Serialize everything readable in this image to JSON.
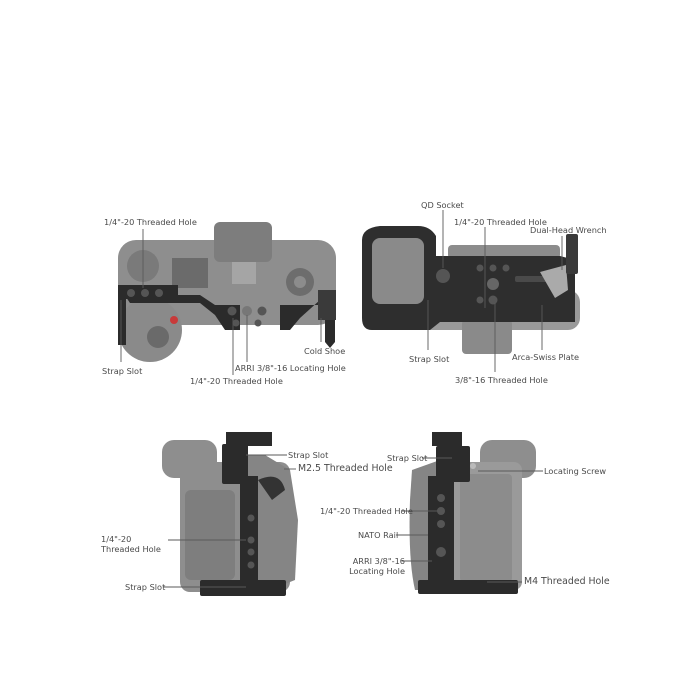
{
  "diagram": {
    "type": "product-callout-diagram",
    "panels": [
      {
        "id": "top-view",
        "view": "top",
        "callouts": [
          {
            "label": "1/4\"-20 Threaded Hole"
          },
          {
            "label": "Strap Slot"
          },
          {
            "label": "1/4\"-20 Threaded Hole"
          },
          {
            "label": "ARRI 3/8\"-16 Locating Hole"
          },
          {
            "label": "Cold Shoe"
          }
        ]
      },
      {
        "id": "bottom-view",
        "view": "bottom",
        "callouts": [
          {
            "label": "QD Socket"
          },
          {
            "label": "1/4\"-20 Threaded Hole"
          },
          {
            "label": "Dual-Head Wrench"
          },
          {
            "label": "Strap Slot"
          },
          {
            "label": "3/8\"-16 Threaded Hole"
          },
          {
            "label": "Arca-Swiss Plate"
          }
        ]
      },
      {
        "id": "left-side-view",
        "view": "side-left",
        "callouts": [
          {
            "label": "Strap Slot"
          },
          {
            "label": "M2.5 Threaded Hole"
          },
          {
            "label": "1/4\"-20 Threaded Hole"
          },
          {
            "label": "Strap Slot"
          }
        ]
      },
      {
        "id": "right-side-view",
        "view": "side-right",
        "callouts": [
          {
            "label": "Strap Slot"
          },
          {
            "label": "Locating Screw"
          },
          {
            "label": "1/4\"-20 Threaded Hole"
          },
          {
            "label": "NATO Rail"
          },
          {
            "label": "ARRI 3/8\"-16 Locating Hole"
          },
          {
            "label": "M4 Threaded Hole"
          }
        ]
      }
    ],
    "colors": {
      "background": "#ffffff",
      "camera_body": "#8e8e8e",
      "cage_metal": "#2b2b2b",
      "label_text": "#4a4a4a",
      "leader_line": "#5a5a5a"
    }
  }
}
